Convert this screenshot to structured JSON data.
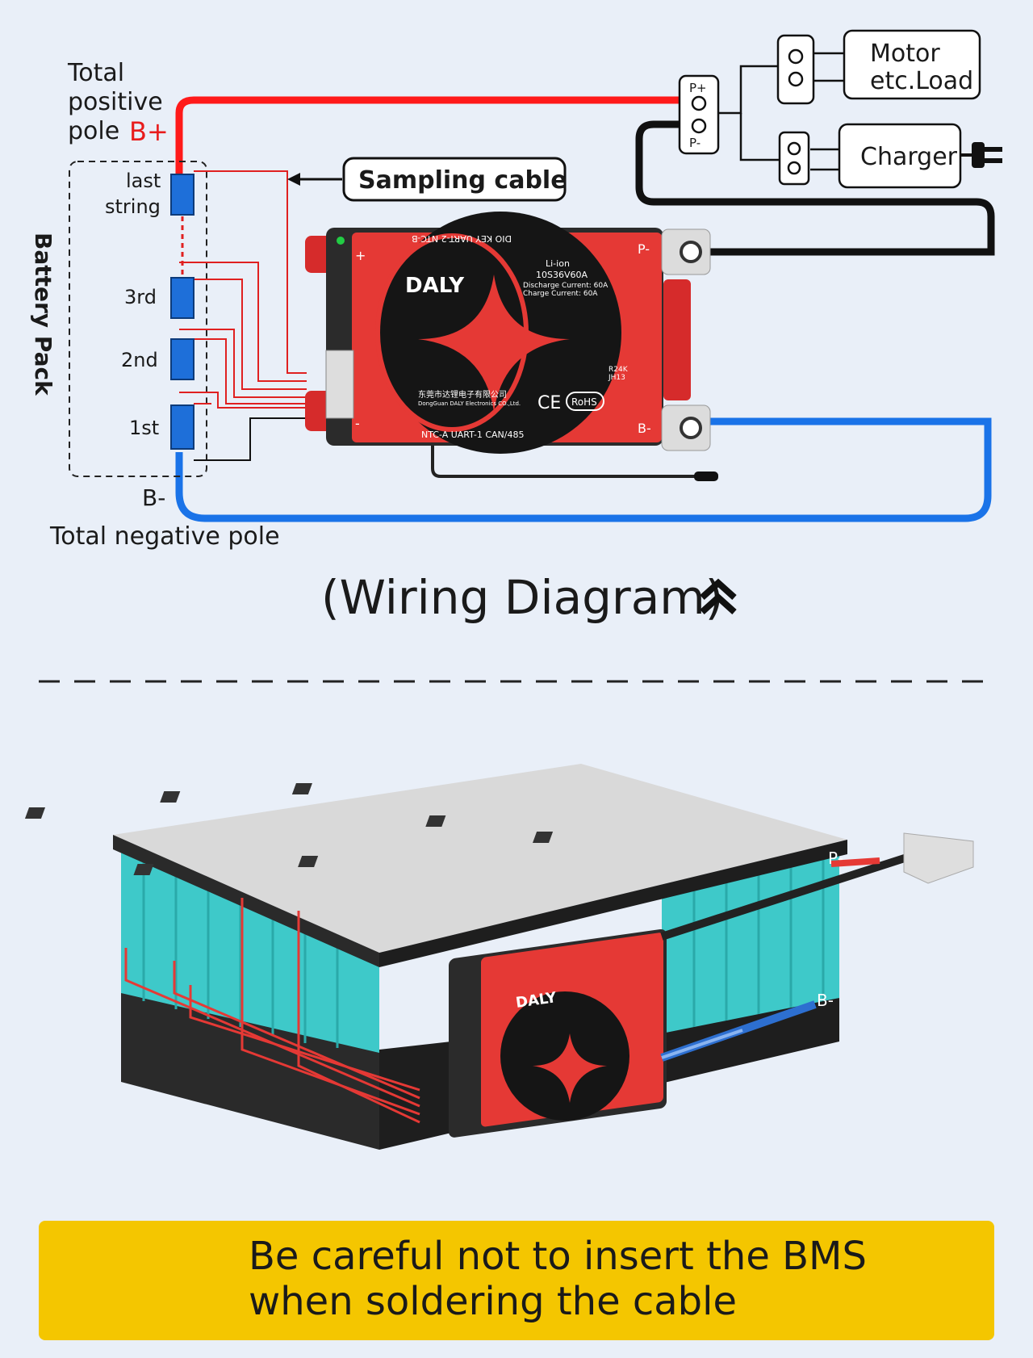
{
  "pack": {
    "label_top": [
      "Total",
      "positive",
      "pole"
    ],
    "b_plus": "B+",
    "b_minus": "B-",
    "total_negative": "Total negative pole",
    "battery_pack": "Battery Pack",
    "cells": [
      "last",
      "string",
      "3rd",
      "2nd",
      "1st"
    ],
    "sampling_cable": "Sampling cable"
  },
  "bms": {
    "brand": "DALY",
    "chem": "Li-ion",
    "model": "10S36V60A",
    "discharge": "Discharge Current: 60A",
    "charge": "Charge     Current: 60A",
    "top_ports": "DIO KEY UART-2 NTC-B",
    "bottom_ports": "NTC-A  UART-1  CAN/485",
    "company_cn": "东莞市达锂电子有限公司",
    "company_en": "DongGuan DALY Electronics CO.,Ltd.",
    "ce": "CE",
    "rohs": "RoHS",
    "code1": "R24K",
    "code2": "JH13",
    "p_minus": "P-",
    "b_minus": "B-",
    "plus": "+",
    "minus": "-"
  },
  "output": {
    "p_plus": "P+",
    "p_minus": "P-",
    "motor_line1": "Motor",
    "motor_line2": "etc.Load",
    "charger": "Charger"
  },
  "caption": "(Wiring Diagram)",
  "photo": {
    "p_minus": "P-",
    "b_minus": "B-"
  },
  "banner": {
    "line1": "Be careful not to insert the BMS",
    "line2": "when soldering the cable"
  },
  "colors": {
    "positive_wire": "#ff1a1a",
    "negative_wire": "#1a73e8",
    "bms_red": "#e53935",
    "banner": "#f4c600",
    "cell_teal": "#3ec9c9"
  }
}
